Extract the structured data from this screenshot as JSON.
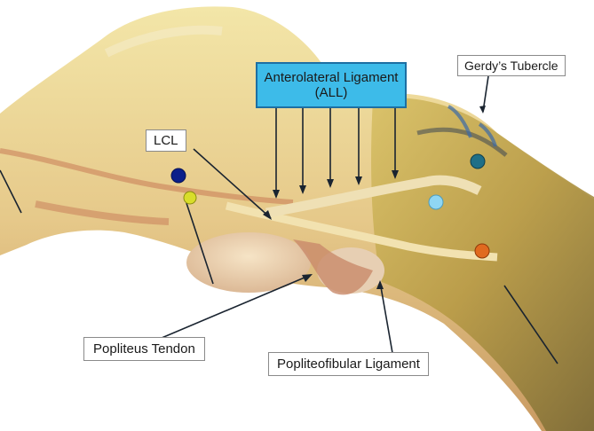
{
  "labels": {
    "all_line1": "Anterolateral Ligament",
    "all_line2": "(ALL)",
    "lcl": "LCL",
    "gerdys_tubercle": "Gerdy’s Tubercle",
    "popliteus_tendon": "Popliteus Tendon",
    "popliteofibular_ligament": "Popliteofibular Ligament"
  },
  "colors": {
    "all_box_fill": "#3dbbe9",
    "all_box_border": "#1d6fa3",
    "pin_dark_blue": "#0b1f8a",
    "pin_yellow": "#d8dd2a",
    "pin_light_blue": "#8fd6f3",
    "pin_teal": "#1f6f87",
    "pin_orange": "#e06a1f"
  }
}
